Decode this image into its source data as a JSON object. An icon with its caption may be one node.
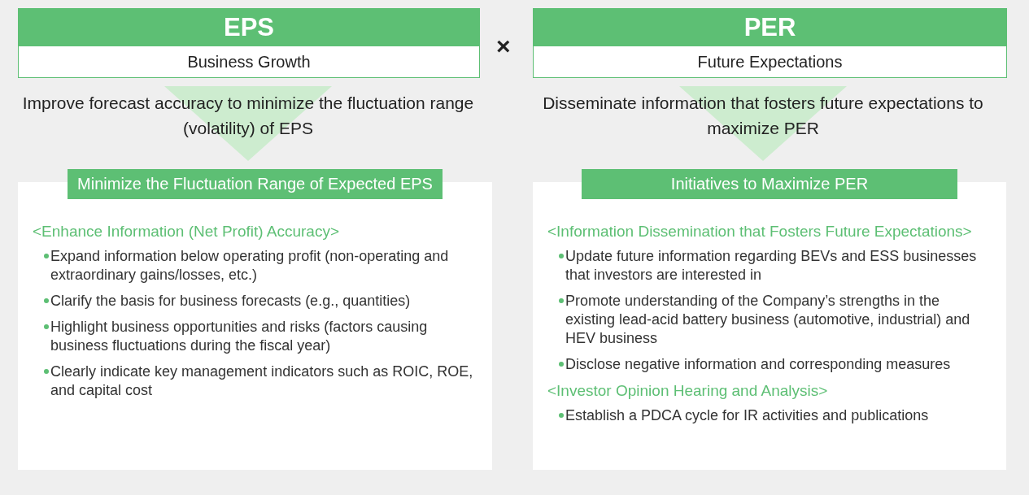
{
  "diagram": {
    "nodes": [
      {
        "text": [
          "EPS",
          "Business Growth"
        ]
      },
      {
        "text": [
          "PER",
          "Future Expectations"
        ]
      },
      {
        "text": [
          "Minimize the Fluctuation Range of Expected EPS",
          "<Enhance Information (Net Profit) Accuracy>",
          "Expand information below operating profit (non-operating and extraordinary gains/losses, etc.)",
          "Clarify the basis for business forecasts (e.g., quantities)",
          "Highlight business opportunities and risks (factors causing business fluctuations during the fiscal year)",
          "Clearly indicate key management indicators such as ROIC, ROE, and capital cost"
        ]
      },
      {
        "text": [
          "Initiatives to Maximize PER",
          "<Information Dissemination that Fosters Future Expectations>",
          "Update future information regarding BEVs and ESS businesses that investors are interested in",
          "Promote understanding of the Company’s strengths in the existing lead-acid battery business (automotive, industrial) and HEV business",
          "Disclose negative information and corresponding measures",
          "<Investor Opinion Hearing and Analysis>",
          "Establish a PDCA cycle for IR activities and publications"
        ]
      }
    ],
    "edges": [
      {
        "from": 0,
        "to": 2,
        "arrow": "to",
        "label": "Improve forecast accuracy to minimize the fluctuation range (volatility) of EPS"
      },
      {
        "from": 1,
        "to": 3,
        "arrow": "to",
        "label": "Disseminate information that fosters future expectations to maximize PER"
      }
    ],
    "labels": [
      "×"
    ]
  }
}
